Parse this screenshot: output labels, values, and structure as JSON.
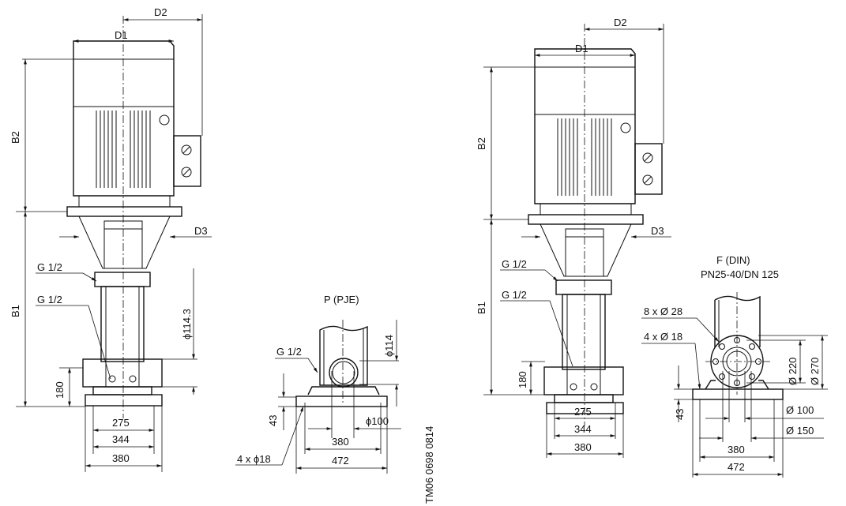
{
  "drawing": {
    "left_pump": {
      "d1": "D1",
      "d2": "D2",
      "d3": "D3",
      "b1": "B1",
      "b2": "B2",
      "g_upper": "G 1/2",
      "g_lower": "G 1/2",
      "pipe_dia": "ϕ114.3",
      "height_180": "180",
      "w275": "275",
      "w344": "344",
      "w380": "380"
    },
    "pje_detail": {
      "title": "P (PJE)",
      "g": "G 1/2",
      "dia114": "ϕ114",
      "h43": "43",
      "dia100": "ϕ100",
      "w380": "380",
      "w472": "472",
      "holes": "4 x ϕ18"
    },
    "drawing_number": "TM06 0698 0814",
    "right_pump": {
      "d1": "D1",
      "d2": "D2",
      "d3": "D3",
      "b1": "B1",
      "b2": "B2",
      "g_upper": "G 1/2",
      "g_lower": "G 1/2",
      "height_180": "180",
      "w275": "275",
      "w344": "344",
      "w380": "380"
    },
    "din_detail": {
      "title": "F (DIN)",
      "subtitle": "PN25-40/DN 125",
      "holes8": "8 x Ø 28",
      "holes4": "4 x Ø 18",
      "dia220": "Ø 220",
      "dia270": "Ø 270",
      "h43": "43",
      "dia100": "Ø 100",
      "dia150": "Ø 150",
      "w380": "380",
      "w472": "472"
    }
  }
}
